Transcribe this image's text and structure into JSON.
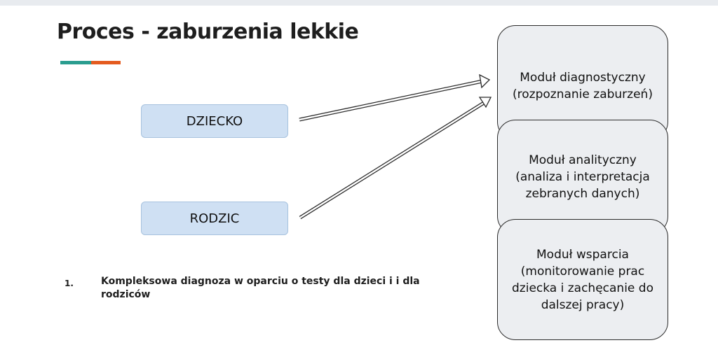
{
  "slide": {
    "title": "Proces - zaburzenia lekkie",
    "accent_colors": [
      "#2a9d8f",
      "#e45b1f"
    ]
  },
  "entities": [
    {
      "label": "DZIECKO"
    },
    {
      "label": "RODZIC"
    }
  ],
  "modules": [
    {
      "line1": "Moduł diagnostyczny",
      "line2": "(rozpoznanie zaburzeń)"
    },
    {
      "line1": "Moduł analityczny",
      "line2": "(analiza i interpretacja zebranych danych)"
    },
    {
      "line1": "Moduł wsparcia",
      "line2": "(monitorowanie prac dziecka i zachęcanie do dalszej pracy)"
    }
  ],
  "connections": [
    {
      "from": "DZIECKO",
      "to": "Moduł diagnostyczny"
    },
    {
      "from": "RODZIC",
      "to": "Moduł diagnostyczny"
    }
  ],
  "list": {
    "number": "1.",
    "text": "Kompleksowa diagnoza w oparciu o testy dla dzieci i i dla rodziców"
  },
  "colors": {
    "entity_fill": "#cfe0f3",
    "module_fill": "#eceef1",
    "title_text": "#1e1e1e"
  }
}
